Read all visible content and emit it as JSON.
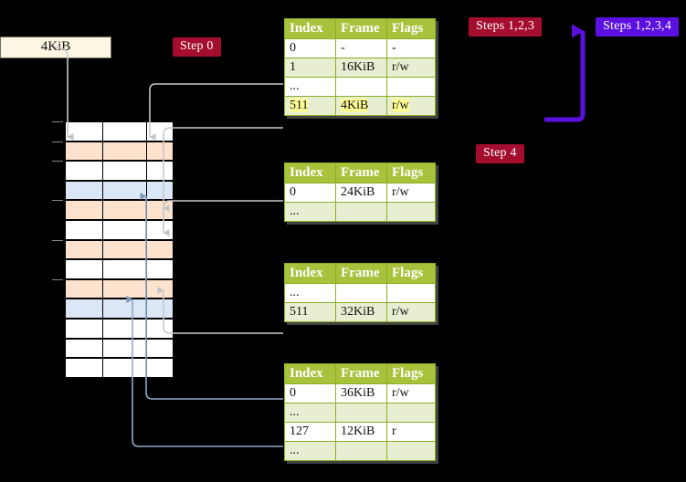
{
  "labels": {
    "step0": "Step 0",
    "step4": "Step 4",
    "steps123": "Steps 1,2,3",
    "steps1234": "Steps 1,2,3,4",
    "size_box": "4KiB"
  },
  "colors": {
    "label_red": "#a50d2e",
    "label_violet": "#5b0fe0",
    "table_header": "#a8c23b",
    "table_alt_row": "#e7eed1",
    "highlight": "#fdfd96",
    "mem_orange": "#fde3cd",
    "mem_blue": "#dbe7f6",
    "size_box_bg": "#fdf6e3",
    "connector_gray": "#c9c9c9",
    "connector_blue": "#8fa8c8",
    "arrow_violet": "#5b0fe0"
  },
  "tables": [
    {
      "name": "level-4-table",
      "headers": [
        "Index",
        "Frame",
        "Flags"
      ],
      "rows": [
        {
          "cells": [
            "0",
            "-",
            "-"
          ],
          "alt": false,
          "highlight": false
        },
        {
          "cells": [
            "1",
            "16KiB",
            "r/w"
          ],
          "alt": true,
          "highlight": false
        },
        {
          "cells": [
            "...",
            "",
            ""
          ],
          "alt": false,
          "highlight": false
        },
        {
          "cells": [
            "511",
            "4KiB",
            "r/w"
          ],
          "alt": true,
          "highlight": true
        }
      ]
    },
    {
      "name": "level-3-table",
      "headers": [
        "Index",
        "Frame",
        "Flags"
      ],
      "rows": [
        {
          "cells": [
            "0",
            "24KiB",
            "r/w"
          ],
          "alt": false,
          "highlight": false
        },
        {
          "cells": [
            "...",
            "",
            ""
          ],
          "alt": true,
          "highlight": false
        }
      ]
    },
    {
      "name": "level-2-table",
      "headers": [
        "Index",
        "Frame",
        "Flags"
      ],
      "rows": [
        {
          "cells": [
            "...",
            "",
            ""
          ],
          "alt": false,
          "highlight": false
        },
        {
          "cells": [
            "511",
            "32KiB",
            "r/w"
          ],
          "alt": true,
          "highlight": false
        }
      ]
    },
    {
      "name": "level-1-table",
      "headers": [
        "Index",
        "Frame",
        "Flags"
      ],
      "rows": [
        {
          "cells": [
            "0",
            "36KiB",
            "r/w"
          ],
          "alt": false,
          "highlight": false
        },
        {
          "cells": [
            "...",
            "",
            ""
          ],
          "alt": true,
          "highlight": false
        },
        {
          "cells": [
            "127",
            "12KiB",
            "r"
          ],
          "alt": false,
          "highlight": false
        },
        {
          "cells": [
            "...",
            "",
            ""
          ],
          "alt": true,
          "highlight": false
        }
      ]
    }
  ],
  "memory_column": {
    "name": "physical-memory-column",
    "frames": [
      {
        "fill": "white",
        "tick": true
      },
      {
        "fill": "orange",
        "tick": true
      },
      {
        "fill": "white",
        "tick": true
      },
      {
        "fill": "blue",
        "tick": false
      },
      {
        "fill": "orange",
        "tick": true
      },
      {
        "fill": "white",
        "tick": false
      },
      {
        "fill": "orange",
        "tick": true
      },
      {
        "fill": "white",
        "tick": false
      },
      {
        "fill": "orange",
        "tick": true
      },
      {
        "fill": "blue",
        "tick": false
      },
      {
        "fill": "white",
        "tick": false
      },
      {
        "fill": "white",
        "tick": false
      },
      {
        "fill": "white",
        "tick": false
      }
    ]
  }
}
